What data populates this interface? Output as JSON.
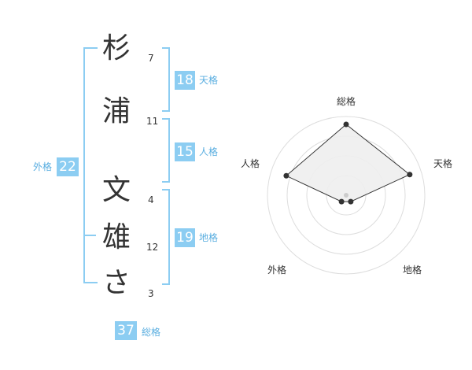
{
  "name_chars": [
    {
      "char": "杉",
      "strokes": "7"
    },
    {
      "char": "浦",
      "strokes": "11"
    },
    {
      "char": "文",
      "strokes": "4"
    },
    {
      "char": "雄",
      "strokes": "12"
    },
    {
      "char": "さ",
      "strokes": "3"
    }
  ],
  "fortunes": {
    "tenkaku": {
      "value": "18",
      "label": "天格"
    },
    "jinkaku": {
      "value": "15",
      "label": "人格"
    },
    "chikaku": {
      "value": "19",
      "label": "地格"
    },
    "gaikaku": {
      "value": "22",
      "label": "外格"
    },
    "soukaku": {
      "value": "37",
      "label": "総格"
    }
  },
  "radar": {
    "axes": [
      "総格",
      "天格",
      "地格",
      "外格",
      "人格"
    ],
    "values": [
      0.9,
      0.85,
      0.1,
      0.1,
      0.8
    ],
    "colors": {
      "grid": "#dddddd",
      "fill": "#eeeeee",
      "line": "#333333",
      "center": "#cccccc"
    }
  },
  "colors": {
    "accent": "#8ccdf2",
    "accent_text": "#5aaee0"
  }
}
